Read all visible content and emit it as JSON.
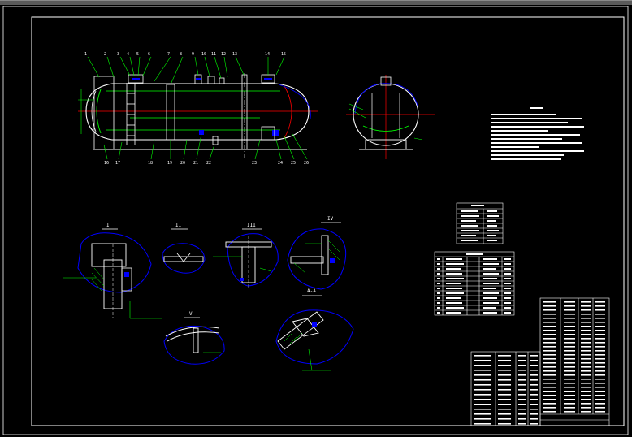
{
  "drawing": {
    "line_colors": {
      "body": "#ffffff",
      "internals": "#00ff00",
      "annotation": "#0000ff",
      "centerline": "#ff0000",
      "leader": "#00ff00",
      "frame": "#ffffff",
      "window_bar": "#5b5b5b"
    },
    "detail_view_labels": [
      "I",
      "II",
      "III",
      "IV",
      "V",
      "A-A"
    ]
  }
}
